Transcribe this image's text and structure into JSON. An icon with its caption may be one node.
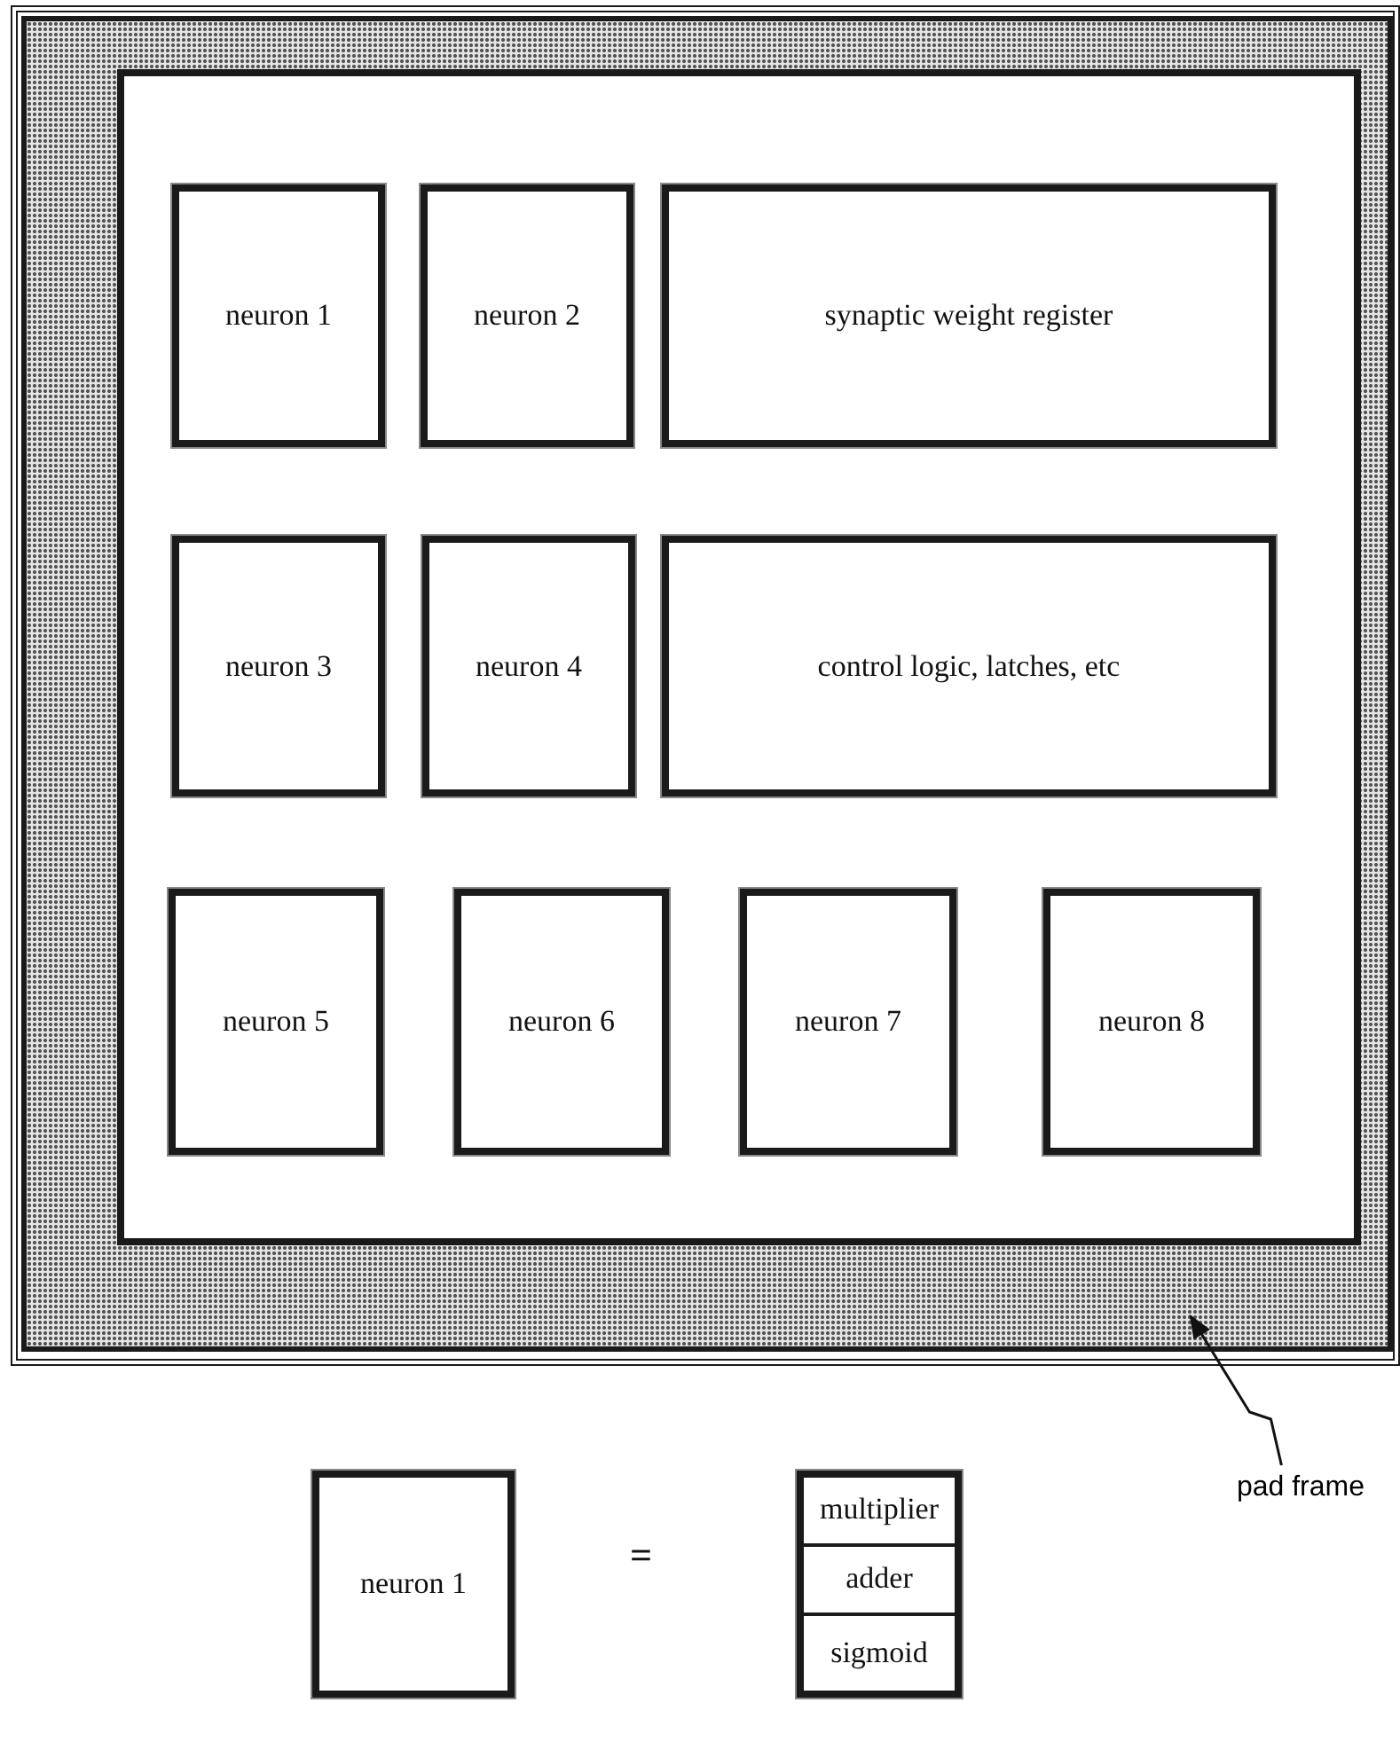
{
  "diagram": {
    "nodes": [
      {
        "text": [],
        "shape": "box"
      },
      {
        "text": [],
        "shape": "box",
        "in": 0
      },
      {
        "text": [],
        "shape": "box",
        "in": 1
      },
      {
        "text": [
          "neuron 1"
        ],
        "in": 2
      },
      {
        "text": [
          "neuron 2"
        ],
        "in": 2
      },
      {
        "text": [
          "synaptic weight register"
        ],
        "in": 2
      },
      {
        "text": [
          "neuron 3"
        ],
        "in": 2
      },
      {
        "text": [
          "neuron 4"
        ],
        "in": 2
      },
      {
        "text": [
          "control logic, latches, etc"
        ],
        "in": 2
      },
      {
        "text": [
          "neuron 5"
        ],
        "in": 2
      },
      {
        "text": [
          "neuron 6"
        ],
        "in": 2
      },
      {
        "text": [
          "neuron 7"
        ],
        "in": 2
      },
      {
        "text": [
          "neuron 8"
        ],
        "in": 2
      },
      {
        "text": [
          "neuron 1"
        ]
      },
      {
        "text": [
          "multiplier",
          "adder",
          "sigmoid"
        ]
      },
      {
        "text": [
          "pad frame"
        ]
      }
    ],
    "edges": [
      {
        "from": 15,
        "to": 1,
        "arrow": "to"
      }
    ],
    "labels": [
      "="
    ]
  }
}
